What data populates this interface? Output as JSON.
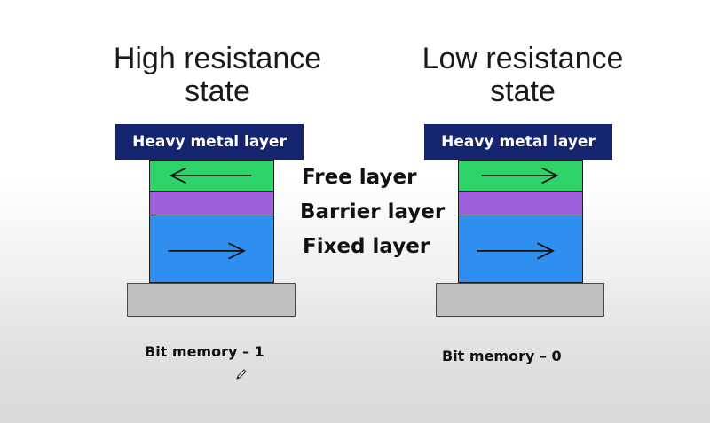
{
  "diagram": {
    "left": {
      "title_line1": "High resistance",
      "title_line2": "state",
      "heavy_metal_label": "Heavy metal layer",
      "free_layer_arrow": "left",
      "fixed_layer_arrow": "right",
      "bit_label": "Bit memory – 1"
    },
    "right": {
      "title_line1": "Low resistance",
      "title_line2": "state",
      "heavy_metal_label": "Heavy metal layer",
      "free_layer_arrow": "right",
      "fixed_layer_arrow": "right",
      "bit_label": "Bit memory – 0"
    },
    "layer_labels": {
      "free": "Free layer",
      "barrier": "Barrier layer",
      "fixed": "Fixed layer"
    }
  },
  "colors": {
    "heavy_metal": "#14246e",
    "free_layer": "#2ed36a",
    "barrier_layer": "#9d5fdc",
    "fixed_layer": "#2f8ff0",
    "base": "#c0c0c0"
  },
  "icons": {
    "cursor": "pencil-icon"
  }
}
